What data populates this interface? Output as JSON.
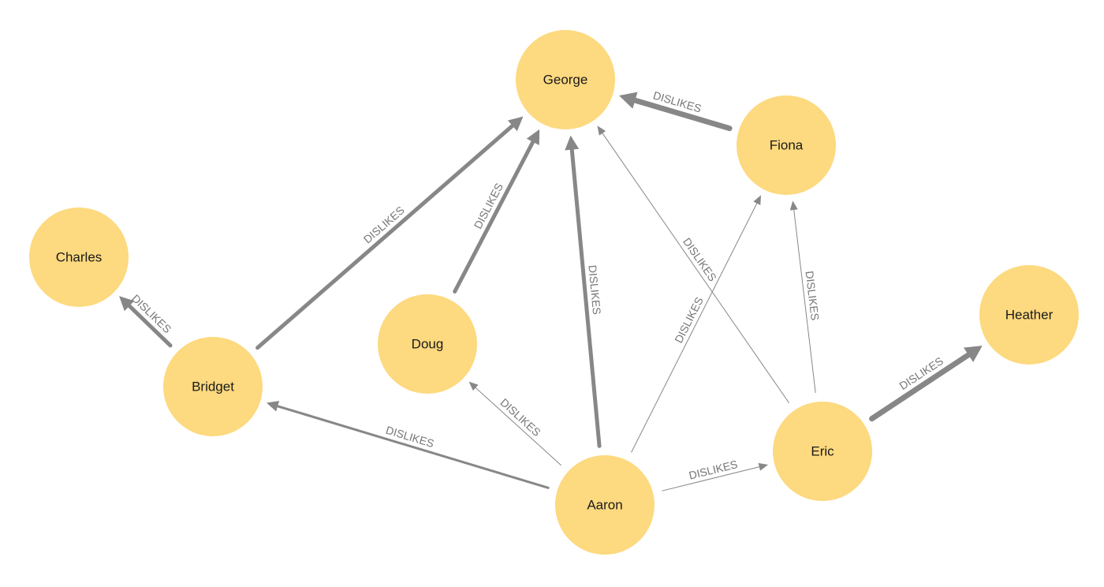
{
  "nodes": [
    {
      "id": "george",
      "label": "George"
    },
    {
      "id": "fiona",
      "label": "Fiona"
    },
    {
      "id": "charles",
      "label": "Charles"
    },
    {
      "id": "doug",
      "label": "Doug"
    },
    {
      "id": "bridget",
      "label": "Bridget"
    },
    {
      "id": "heather",
      "label": "Heather"
    },
    {
      "id": "eric",
      "label": "Eric"
    },
    {
      "id": "aaron",
      "label": "Aaron"
    }
  ],
  "edges": [
    {
      "from": "fiona",
      "to": "george",
      "label": "DISLIKES"
    },
    {
      "from": "bridget",
      "to": "george",
      "label": "DISLIKES"
    },
    {
      "from": "doug",
      "to": "george",
      "label": "DISLIKES"
    },
    {
      "from": "aaron",
      "to": "george",
      "label": "DISLIKES"
    },
    {
      "from": "eric",
      "to": "george",
      "label": "DISLIKES"
    },
    {
      "from": "aaron",
      "to": "fiona",
      "label": "DISLIKES"
    },
    {
      "from": "eric",
      "to": "fiona",
      "label": "DISLIKES"
    },
    {
      "from": "bridget",
      "to": "charles",
      "label": "DISLIKES"
    },
    {
      "from": "aaron",
      "to": "bridget",
      "label": "DISLIKES"
    },
    {
      "from": "aaron",
      "to": "doug",
      "label": "DISLIKES"
    },
    {
      "from": "aaron",
      "to": "eric",
      "label": "DISLIKES"
    },
    {
      "from": "eric",
      "to": "heather",
      "label": "DISLIKES"
    }
  ],
  "colors": {
    "node_fill": "#fdd97f",
    "edge": "#878787",
    "edge_label": "#777777"
  }
}
